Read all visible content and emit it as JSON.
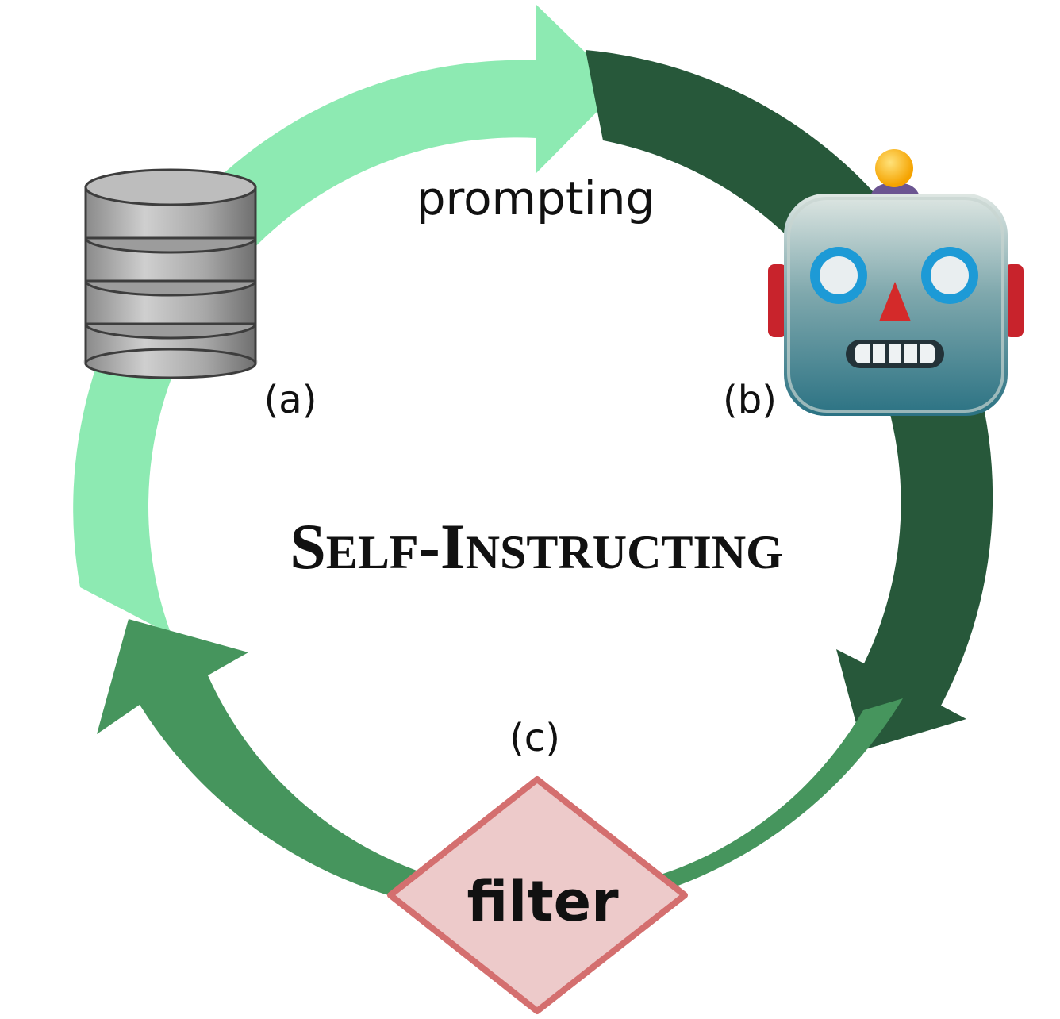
{
  "diagram": {
    "title_first": "S",
    "title_part1": "ELF",
    "title_dash": "-",
    "title_second": "I",
    "title_part2": "NSTRUCTING",
    "edge_label_top": "prompting",
    "node_a_label": "(a)",
    "node_b_label": "(b)",
    "node_c_label": "(c)",
    "filter_label": "filter",
    "icons": {
      "node_a": "database-icon",
      "node_b": "robot-icon",
      "node_c": "filter-diamond"
    },
    "colors": {
      "arc_light": "#8DEAB2",
      "arc_dark": "#27583A",
      "arc_mid": "#46955D",
      "filter_fill": "#EDCACA",
      "filter_stroke": "#D46F6F"
    }
  }
}
